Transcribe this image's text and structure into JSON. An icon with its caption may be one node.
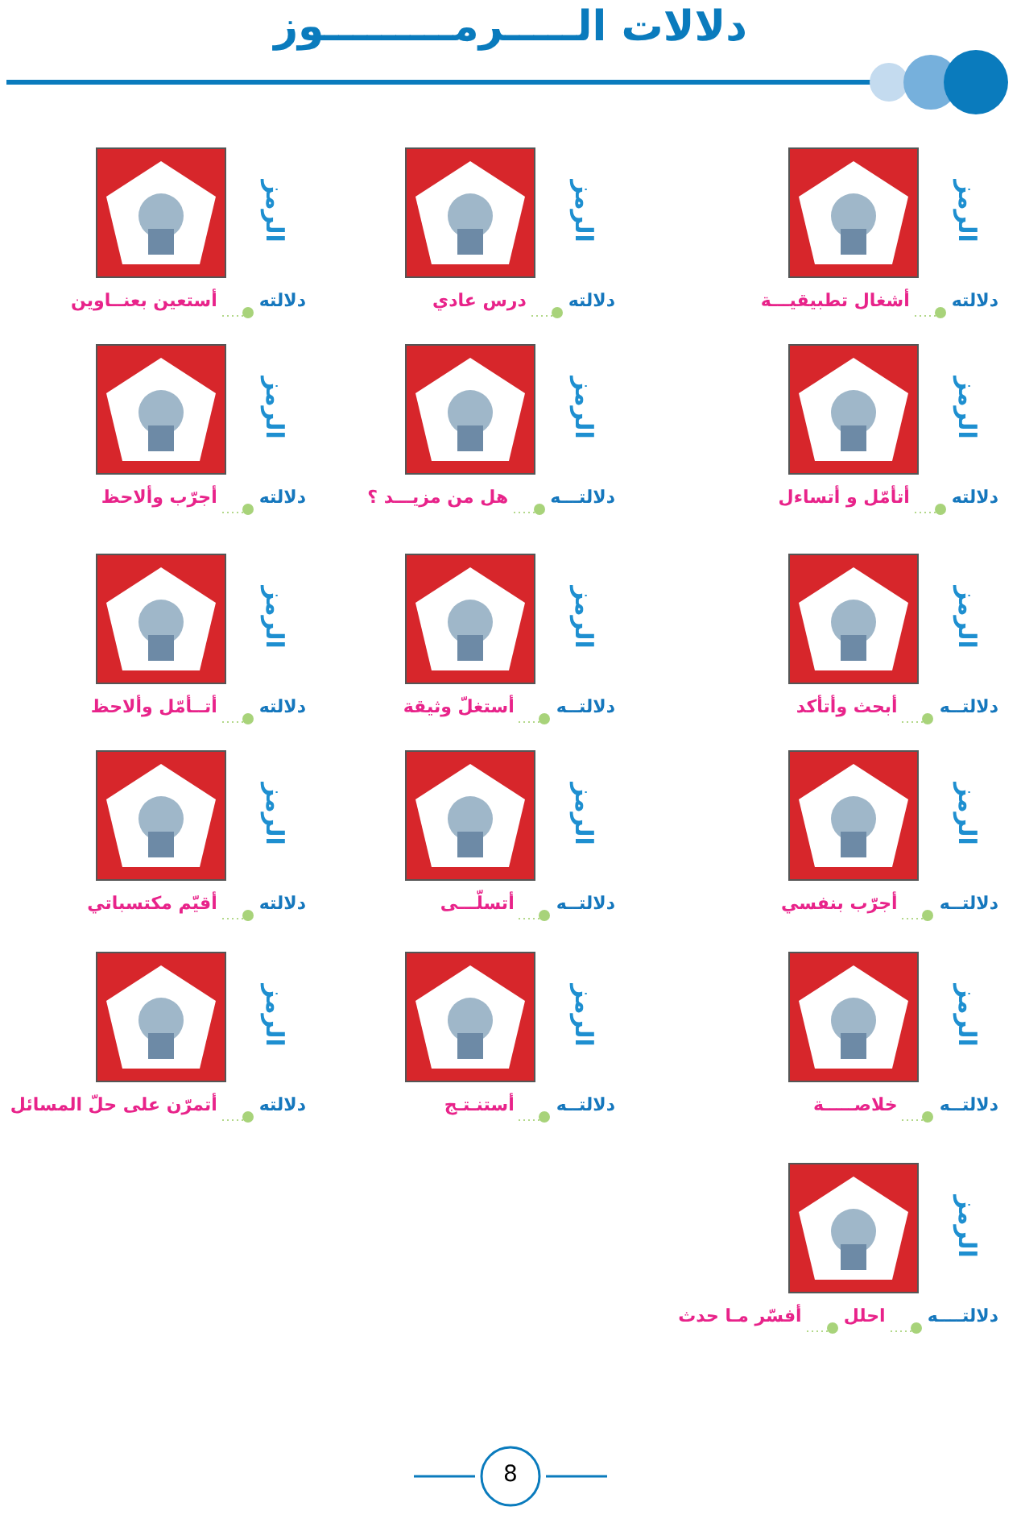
{
  "diagram": {
    "title": "دلالات الـــــرمـــــــــوز",
    "nodes": [
      {
        "text": [
          "الرمز",
          "دلالته",
          "أشغال تطبيقيـــة"
        ]
      },
      {
        "text": [
          "الرمز",
          "دلالته",
          "درس عادي"
        ]
      },
      {
        "text": [
          "الرمز",
          "دلالته",
          "أستعين بعنــاوين"
        ]
      },
      {
        "text": [
          "الرمز",
          "دلالته",
          "أتأمّل و أتساءل"
        ]
      },
      {
        "text": [
          "الرمز",
          "دلالتـــه",
          "هل من مزيـــد ؟"
        ]
      },
      {
        "text": [
          "الرمز",
          "دلالته",
          "أجرّب وألاحظ"
        ]
      },
      {
        "text": [
          "الرمز",
          "دلالتــه",
          "أبحث وأتأكد"
        ]
      },
      {
        "text": [
          "الرمز",
          "دلالتــه",
          "أستغلّ وثيقة"
        ]
      },
      {
        "text": [
          "الرمز",
          "دلالته",
          "أتــأمّل وألاحظ"
        ]
      },
      {
        "text": [
          "الرمز",
          "دلالتــه",
          "أجرّب بنفسي"
        ]
      },
      {
        "text": [
          "الرمز",
          "دلالتــه",
          "أتسلّـــى"
        ]
      },
      {
        "text": [
          "الرمز",
          "دلالته",
          "أقيّم مكتسباتي"
        ]
      },
      {
        "text": [
          "الرمز",
          "دلالتــه",
          "خلاصـــــة"
        ]
      },
      {
        "text": [
          "الرمز",
          "دلالتــه",
          "أستنـتـج"
        ]
      },
      {
        "text": [
          "الرمز",
          "دلالته",
          "أتمرّن على حلّ المسائل"
        ]
      },
      {
        "text": [
          "الرمز",
          "دلالتــــه",
          "احلل",
          "أفسّر مـا حدث"
        ]
      }
    ],
    "labels": [
      "8"
    ]
  }
}
